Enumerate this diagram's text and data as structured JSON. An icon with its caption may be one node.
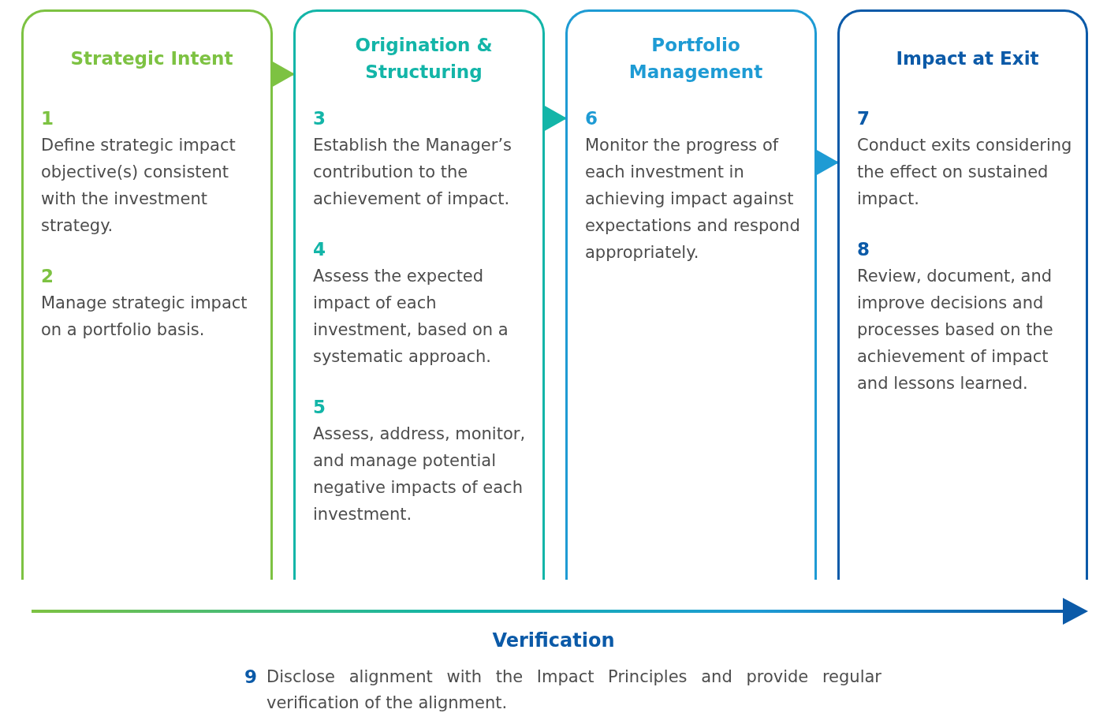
{
  "diagram": {
    "nodes": [
      {
        "text": [
          "Strategic Intent",
          "1",
          "Define strategic impact objective(s) consistent with the investment strategy.",
          "2",
          "Manage strategic impact on a portfolio basis."
        ]
      },
      {
        "text": [
          "Origination & Structuring",
          "3",
          "Establish the Manager’s contribution to the achievement of impact.",
          "4",
          "Assess the expected impact of each investment, based on a systematic approach.",
          "5",
          "Assess, address, monitor, and manage potential negative impacts of each investment."
        ]
      },
      {
        "text": [
          "Portfolio Management",
          "6",
          "Monitor the progress of each investment in achieving impact against expectations and respond appropriately."
        ]
      },
      {
        "text": [
          "Impact at Exit",
          "7",
          "Conduct exits considering the effect on sustained impact.",
          "8",
          "Review, document, and improve decisions and processes based on the achievement of impact and lessons learned."
        ]
      }
    ],
    "edges": [
      {
        "from": 0,
        "to": 1,
        "arrow": "to",
        "color": "#7dc242"
      },
      {
        "from": 1,
        "to": 2,
        "arrow": "to",
        "color": "#13b5a8"
      },
      {
        "from": 2,
        "to": 3,
        "arrow": "to",
        "color": "#1e9bd4"
      }
    ],
    "labels": [
      "Verification",
      "9",
      "Disclose alignment with the Impact Principles and provide regular verification of the alignment."
    ]
  }
}
